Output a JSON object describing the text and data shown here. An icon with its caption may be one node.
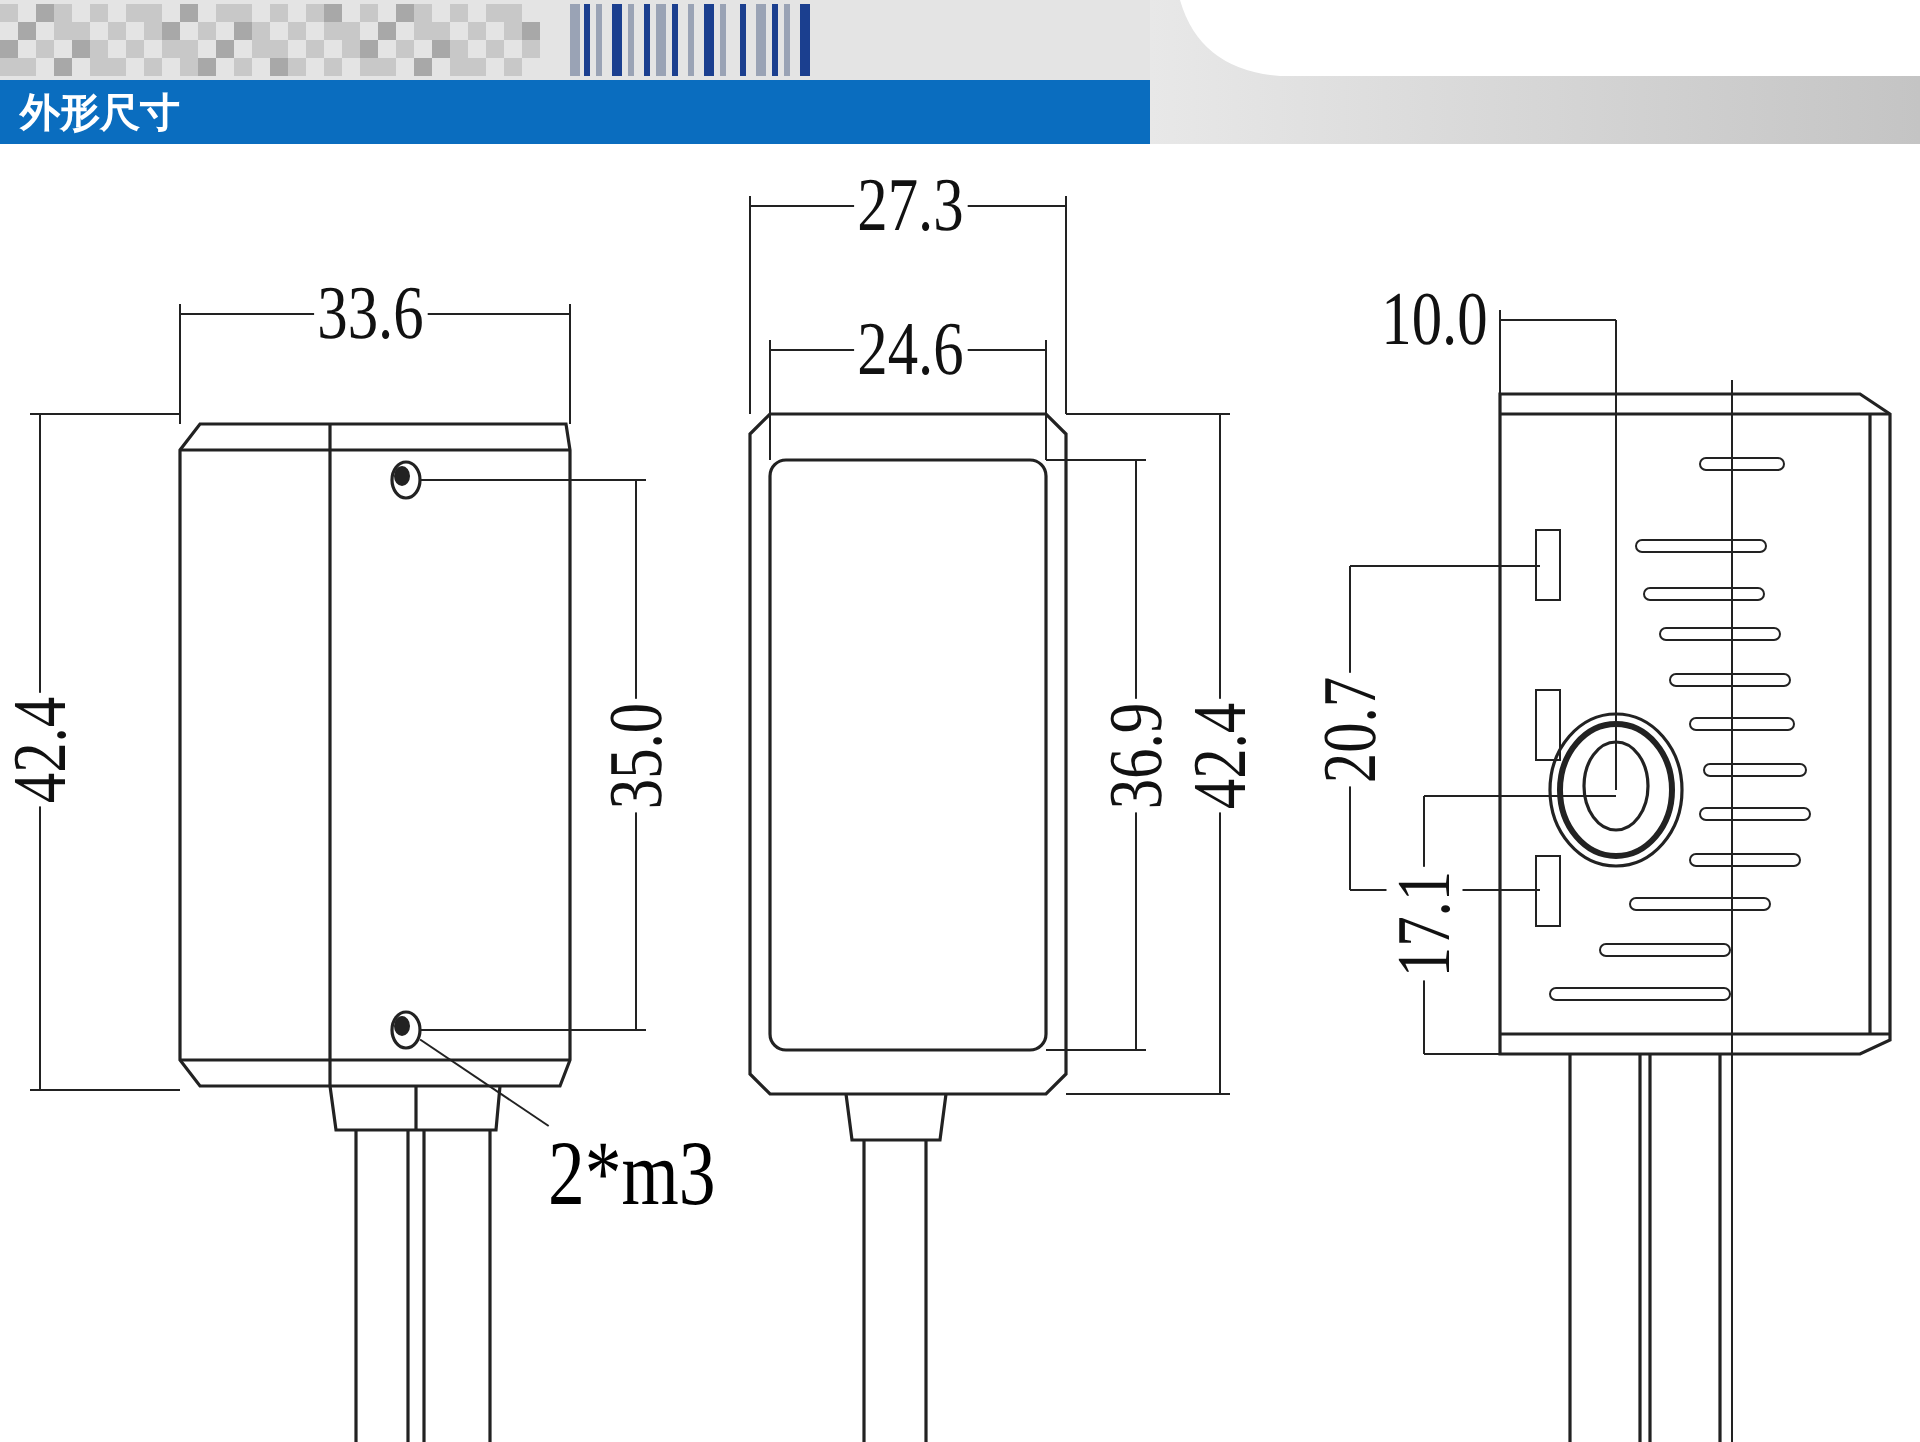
{
  "diagram": {
    "title": "外形尺寸",
    "nodes": [
      {
        "text": [
          "2*m3"
        ]
      },
      {
        "text": [],
        "shape": "circle"
      }
    ],
    "edges": [
      {
        "from": 0,
        "to": 1,
        "arrow": "none"
      }
    ],
    "labels": [
      "33.6",
      "42.4",
      "35.0",
      "27.3",
      "24.6",
      "36.9",
      "42.4",
      "10.0",
      "20.7",
      "17.1"
    ]
  }
}
